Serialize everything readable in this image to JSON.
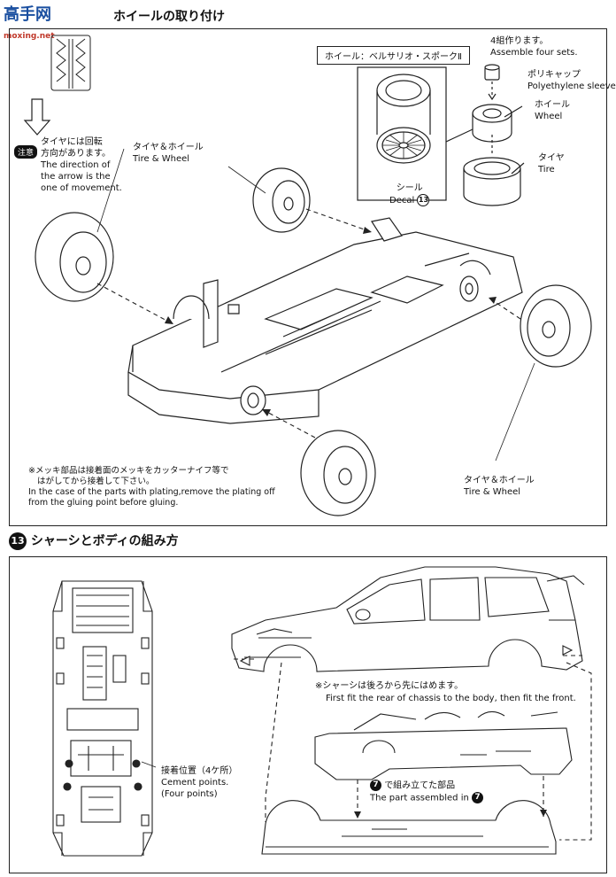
{
  "watermark": {
    "name": "高手网",
    "url": "moxing.net"
  },
  "section12": {
    "title": "ホイールの取り付け",
    "wheel_type_label": "ホイール：ベルサリオ・スポークⅡ",
    "assemble_jp": "4組作ります。",
    "assemble_en": "Assemble four sets.",
    "polycap_jp": "ポリキャップ",
    "polycap_en": "Polyethylene sleeve",
    "wheel_jp": "ホイール",
    "wheel_en": "Wheel",
    "tire_jp": "タイヤ",
    "tire_en": "Tire",
    "decal_jp": "シール",
    "decal_en": "Decal",
    "decal_no": "13",
    "caution_tag": "注意",
    "caution_jp_1": "タイヤには回転",
    "caution_jp_2": "方向があります。",
    "caution_en_1": "The direction of",
    "caution_en_2": "the arrow is the",
    "caution_en_3": "one of movement.",
    "tire_wheel_jp": "タイヤ＆ホイール",
    "tire_wheel_en": "Tire & Wheel",
    "plating_jp_1": "※メッキ部品は接着面のメッキをカッターナイフ等で",
    "plating_jp_2": "はがしてから接着して下さい。",
    "plating_en_1": "In the case of the parts with plating,remove the plating off",
    "plating_en_2": "from the gluing point before gluing."
  },
  "section13": {
    "number": "13",
    "title": "シャーシとボディの組み方",
    "fit_jp": "※シャーシは後ろから先にはめます。",
    "fit_en": "First fit the rear of chassis to the body, then fit the front.",
    "cement_jp": "接着位置（4ケ所）",
    "cement_en_1": "Cement points.",
    "cement_en_2": "(Four points)",
    "part_ref": "7",
    "part_jp": "で組み立てた部品",
    "part_en": "The part assembled in"
  }
}
